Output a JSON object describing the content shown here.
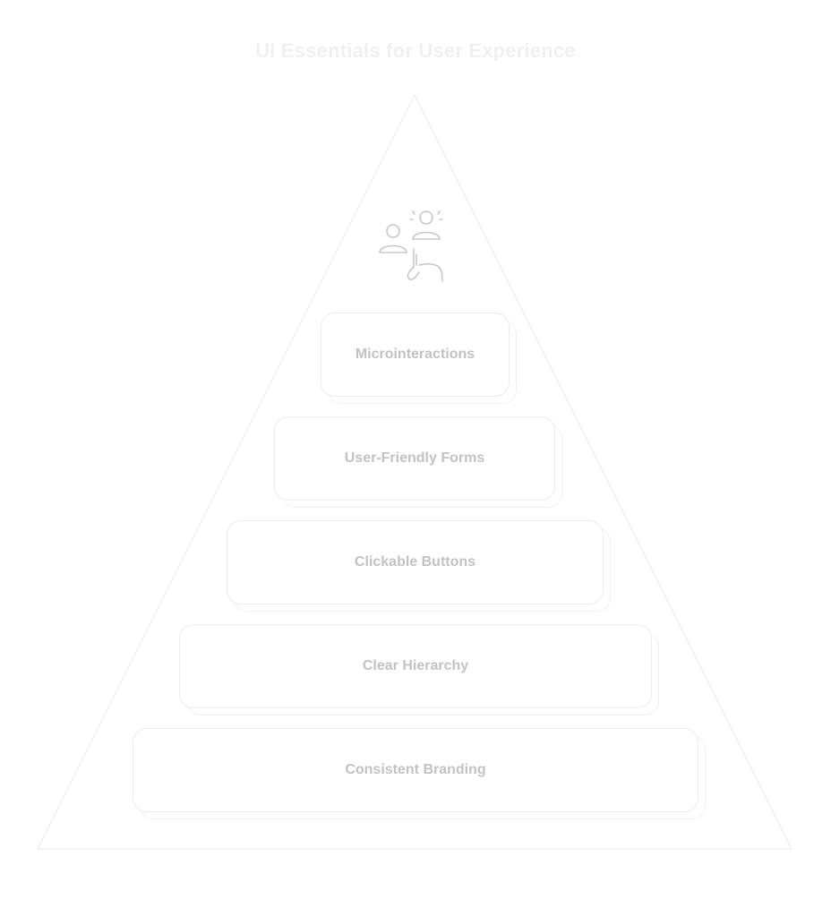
{
  "diagram": {
    "title": "UI Essentials for User Experience",
    "apex_icon": "users-tap-icon",
    "tiers": [
      {
        "label": "Microinteractions"
      },
      {
        "label": "User-Friendly Forms"
      },
      {
        "label": "Clickable Buttons"
      },
      {
        "label": "Clear Hierarchy"
      },
      {
        "label": "Consistent Branding"
      }
    ]
  },
  "colors": {
    "title": "#f0f0f0",
    "label": "#c2c2c2",
    "outline": "#ececec"
  }
}
